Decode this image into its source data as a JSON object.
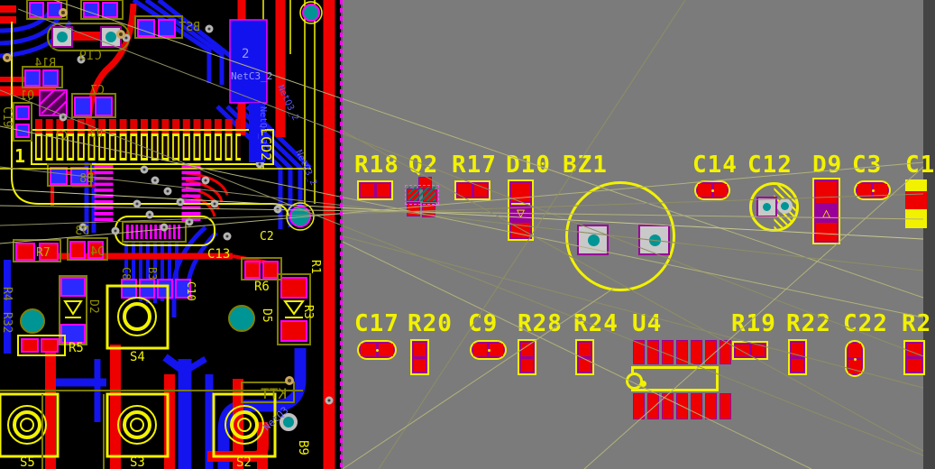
{
  "colors": {
    "workspace": "#7b7b7b",
    "board": "#000000",
    "top_copper": "#ee0000",
    "bottom_copper": "#1414ee",
    "silkscreen": "#f2f200",
    "mirrored_silk": "#8f8f00",
    "pad_fill": "#ee0000",
    "pad_outline": "#990099",
    "via": "#009595",
    "ratsnest": "#b2b27c",
    "board_edge": "#ff00ff",
    "net_label": "#9a9aff"
  },
  "board": {
    "pin1": "1",
    "connector_ref": "LCD2",
    "silk": [
      {
        "t": "C19"
      },
      {
        "t": "R14"
      },
      {
        "t": "Q1"
      },
      {
        "t": "C7"
      },
      {
        "t": "C19"
      },
      {
        "t": "C1"
      },
      {
        "t": "U3"
      },
      {
        "t": "BST"
      },
      {
        "t": "B8"
      },
      {
        "t": "D3"
      },
      {
        "t": "C2"
      },
      {
        "t": "C13"
      },
      {
        "t": "R7"
      },
      {
        "t": "D4"
      },
      {
        "t": "R6"
      },
      {
        "t": "R1"
      },
      {
        "t": "R4"
      },
      {
        "t": "R32"
      },
      {
        "t": "R5"
      },
      {
        "t": "D2"
      },
      {
        "t": "C8"
      },
      {
        "t": "B3"
      },
      {
        "t": "C10"
      },
      {
        "t": "D5"
      },
      {
        "t": "R3"
      },
      {
        "t": "S4"
      },
      {
        "t": "S5"
      },
      {
        "t": "S3"
      },
      {
        "t": "S2"
      },
      {
        "t": "KTT"
      },
      {
        "t": "B9"
      }
    ],
    "nets": [
      {
        "t": "2"
      },
      {
        "t": "NetC3_2"
      },
      {
        "t": "NetQ3_2"
      },
      {
        "t": "NetQ3_2"
      },
      {
        "t": "NetQ3_2"
      },
      {
        "t": "NetQ3"
      }
    ]
  },
  "components": {
    "row1": [
      {
        "ref": "R18"
      },
      {
        "ref": "Q2"
      },
      {
        "ref": "R17"
      },
      {
        "ref": "D10"
      },
      {
        "ref": "BZ1"
      },
      {
        "ref": "C14"
      },
      {
        "ref": "C12"
      },
      {
        "ref": "D9"
      },
      {
        "ref": "C3"
      },
      {
        "ref": "C1"
      }
    ],
    "row2": [
      {
        "ref": "C17"
      },
      {
        "ref": "R20"
      },
      {
        "ref": "C9"
      },
      {
        "ref": "R28"
      },
      {
        "ref": "R24"
      },
      {
        "ref": "U4"
      },
      {
        "ref": "R19"
      },
      {
        "ref": "R22"
      },
      {
        "ref": "C22"
      },
      {
        "ref": "R2"
      }
    ]
  }
}
